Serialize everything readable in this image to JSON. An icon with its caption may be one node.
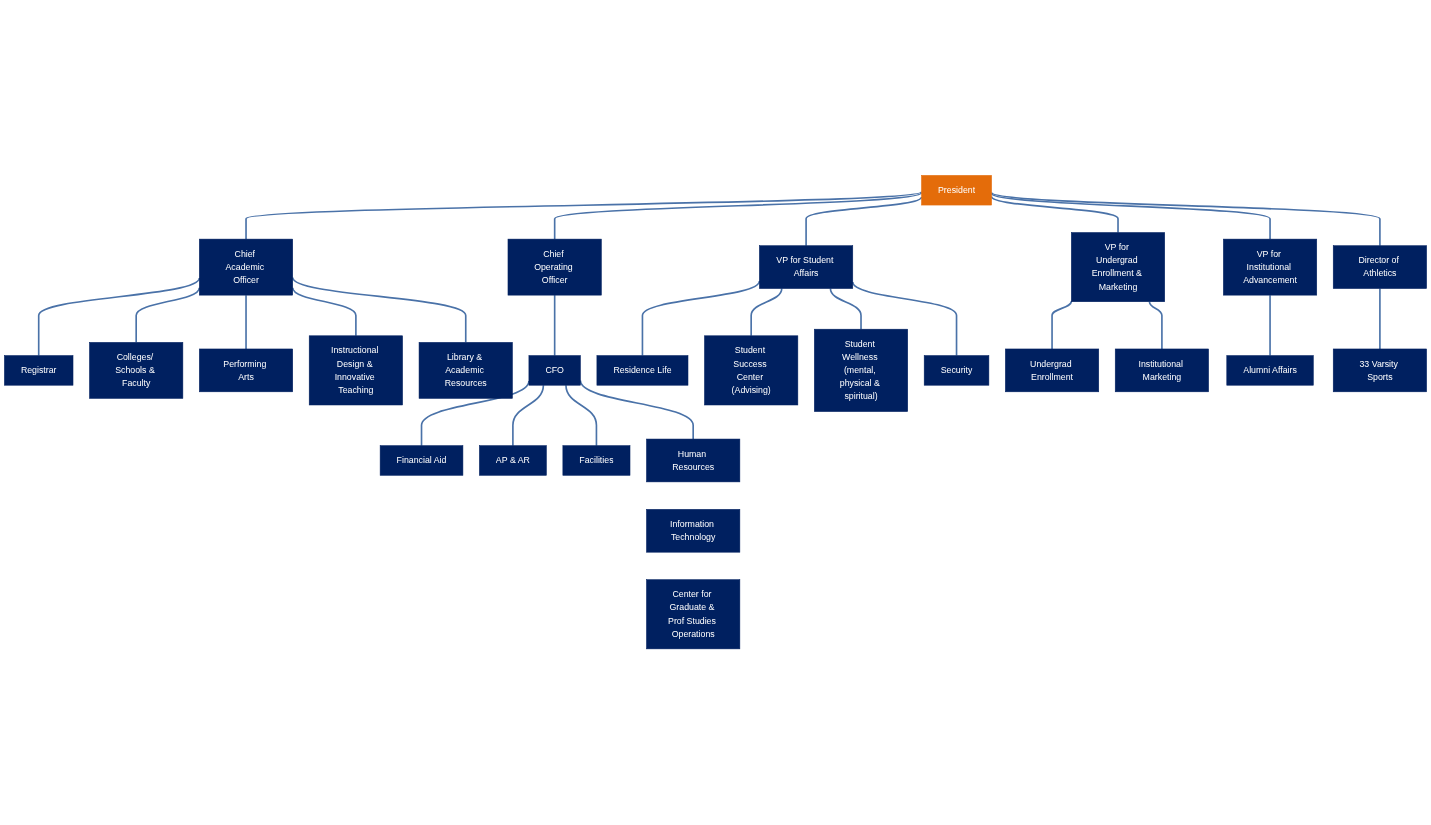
{
  "diagram": {
    "nodes": [
      {
        "text": [
          "President"
        ]
      },
      {
        "text": [
          "Chief Academic Officer"
        ]
      },
      {
        "text": [
          "Registrar"
        ]
      },
      {
        "text": [
          "Colleges/ Schools & Faculty"
        ]
      },
      {
        "text": [
          "Performing Arts"
        ]
      },
      {
        "text": [
          "Instructional Design & Innovative Teaching"
        ]
      },
      {
        "text": [
          "Library & Academic Resources"
        ]
      },
      {
        "text": [
          "Chief Operating Officer"
        ]
      },
      {
        "text": [
          "CFO"
        ]
      },
      {
        "text": [
          "Financial Aid"
        ]
      },
      {
        "text": [
          "AP & AR"
        ]
      },
      {
        "text": [
          "Facilities"
        ]
      },
      {
        "text": [
          "Human Resources"
        ]
      },
      {
        "text": [
          "Information Technology"
        ]
      },
      {
        "text": [
          "Center for Graduate & Prof Studies Operations"
        ]
      },
      {
        "text": [
          "VP for Student Affairs"
        ]
      },
      {
        "text": [
          "Residence Life"
        ]
      },
      {
        "text": [
          "Student Success Center (Advising)"
        ]
      },
      {
        "text": [
          "Student Wellness (mental, physical & spiritual)"
        ]
      },
      {
        "text": [
          "Security"
        ]
      },
      {
        "text": [
          "VP for Undergrad Enrollment & Marketing"
        ]
      },
      {
        "text": [
          "Undergrad Enrollment"
        ]
      },
      {
        "text": [
          "Institutional Marketing"
        ]
      },
      {
        "text": [
          "VP for Institutional Advancement"
        ]
      },
      {
        "text": [
          "Alumni Affairs"
        ]
      },
      {
        "text": [
          "Director of Athletics"
        ]
      },
      {
        "text": [
          "33 Varsity Sports"
        ]
      }
    ],
    "edges": [
      {
        "from": 0,
        "to": 1,
        "arrow": "none"
      },
      {
        "from": 0,
        "to": 7,
        "arrow": "none"
      },
      {
        "from": 0,
        "to": 15,
        "arrow": "none"
      },
      {
        "from": 0,
        "to": 20,
        "arrow": "none"
      },
      {
        "from": 0,
        "to": 23,
        "arrow": "none"
      },
      {
        "from": 0,
        "to": 25,
        "arrow": "none"
      },
      {
        "from": 1,
        "to": 2,
        "arrow": "none"
      },
      {
        "from": 1,
        "to": 3,
        "arrow": "none"
      },
      {
        "from": 1,
        "to": 4,
        "arrow": "none"
      },
      {
        "from": 1,
        "to": 5,
        "arrow": "none"
      },
      {
        "from": 1,
        "to": 6,
        "arrow": "none"
      },
      {
        "from": 7,
        "to": 8,
        "arrow": "none"
      },
      {
        "from": 8,
        "to": 9,
        "arrow": "none"
      },
      {
        "from": 8,
        "to": 10,
        "arrow": "none"
      },
      {
        "from": 8,
        "to": 11,
        "arrow": "none"
      },
      {
        "from": 8,
        "to": 12,
        "arrow": "none"
      },
      {
        "from": 15,
        "to": 16,
        "arrow": "none"
      },
      {
        "from": 15,
        "to": 17,
        "arrow": "none"
      },
      {
        "from": 15,
        "to": 18,
        "arrow": "none"
      },
      {
        "from": 15,
        "to": 19,
        "arrow": "none"
      },
      {
        "from": 20,
        "to": 21,
        "arrow": "none"
      },
      {
        "from": 20,
        "to": 22,
        "arrow": "none"
      },
      {
        "from": 23,
        "to": 24,
        "arrow": "none"
      },
      {
        "from": 25,
        "to": 26,
        "arrow": "none"
      }
    ]
  }
}
